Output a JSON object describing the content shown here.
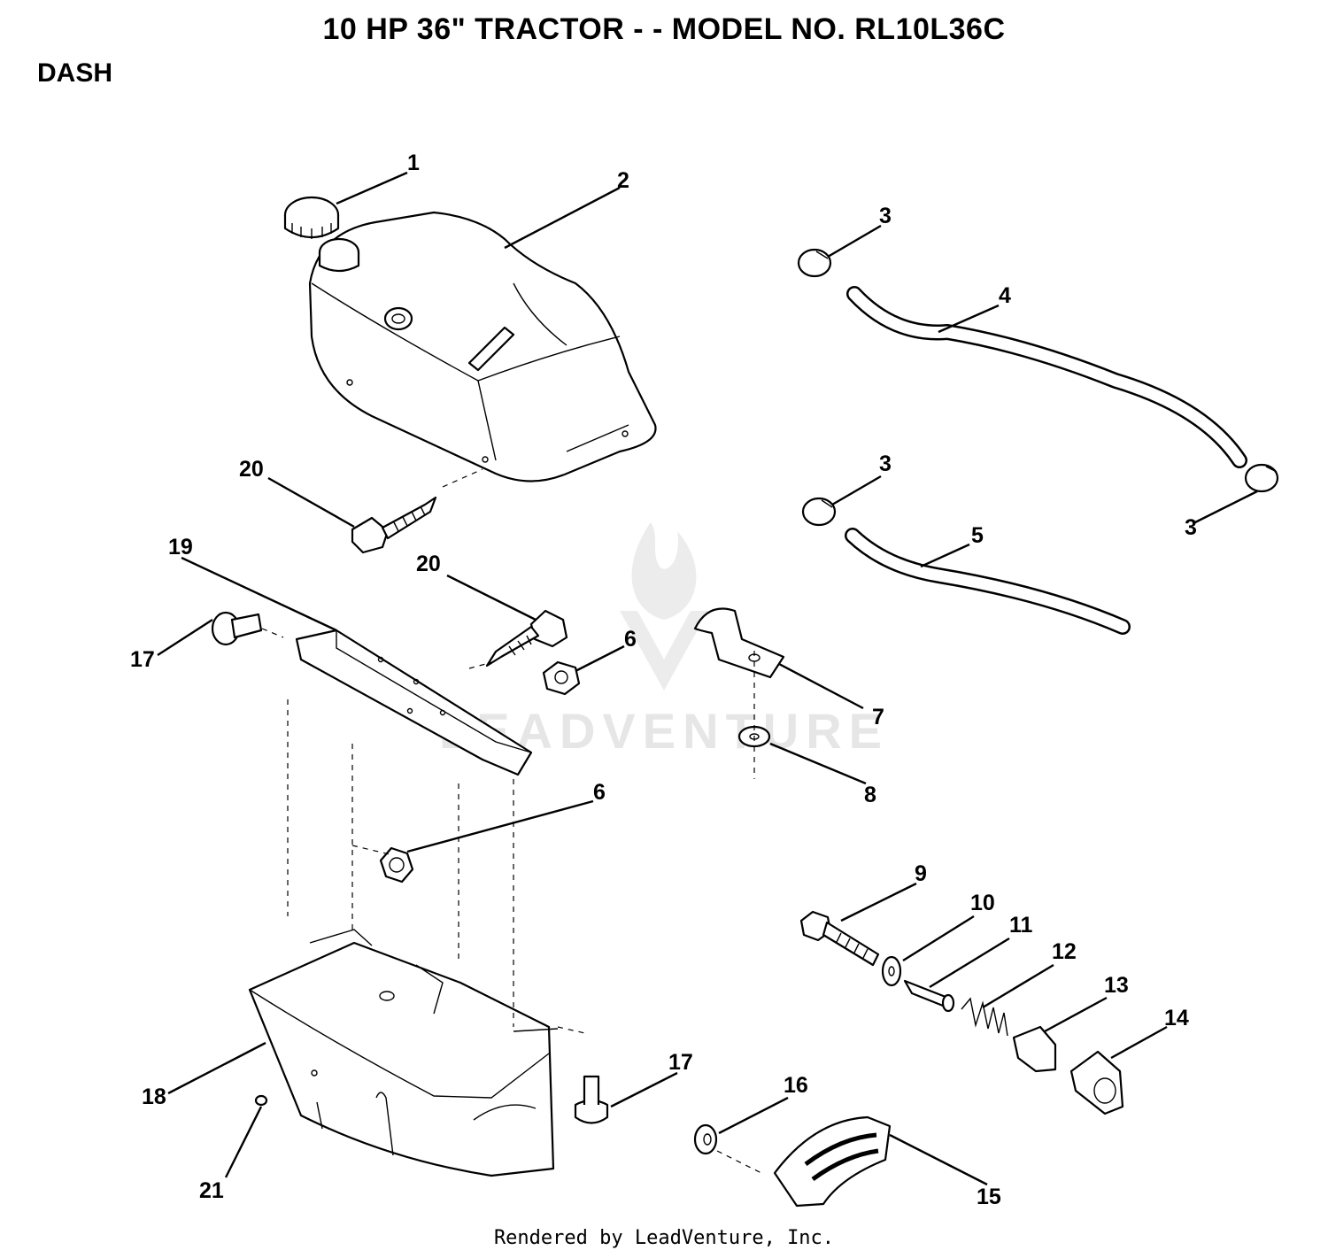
{
  "title": "10 HP 36\" TRACTOR - - MODEL NO. RL10L36C",
  "section": "DASH",
  "footer": "Rendered by LeadVenture, Inc.",
  "watermark": "LEADVENTURE",
  "callouts": [
    "1",
    "2",
    "3",
    "3",
    "3",
    "4",
    "5",
    "6",
    "6",
    "7",
    "8",
    "9",
    "10",
    "11",
    "12",
    "13",
    "14",
    "15",
    "16",
    "17",
    "17",
    "18",
    "19",
    "20",
    "20",
    "21"
  ]
}
